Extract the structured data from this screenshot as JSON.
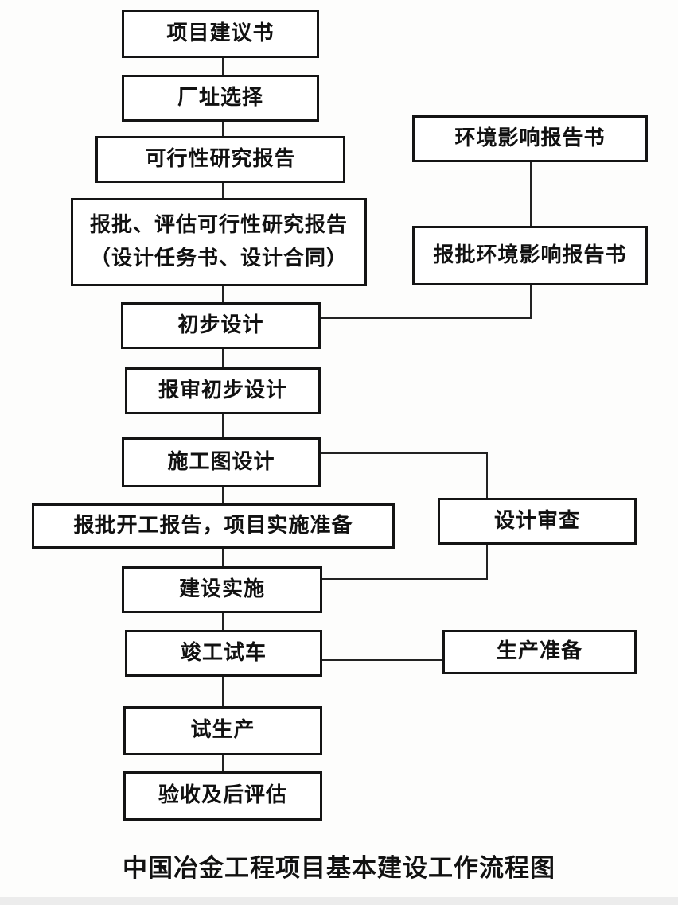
{
  "diagram": {
    "nodes": {
      "proposal": "项目建议书",
      "site_selection": "厂址选择",
      "feasibility_study": "可行性研究报告",
      "approve_feasibility_line1": "报批、评估可行性研究报告",
      "approve_feasibility_line2": "（设计任务书、设计合同）",
      "eia_report": "环境影响报告书",
      "approve_eia": "报批环境影响报告书",
      "preliminary_design": "初步设计",
      "review_preliminary_design": "报审初步设计",
      "construction_drawing_design": "施工图设计",
      "design_review": "设计审查",
      "approve_start": "报批开工报告，项目实施准备",
      "construction": "建设实施",
      "completion_trial": "竣工试车",
      "production_prep": "生产准备",
      "trial_production": "试生产",
      "acceptance": "验收及后评估"
    },
    "caption": "中国冶金工程项目基本建设工作流程图"
  }
}
